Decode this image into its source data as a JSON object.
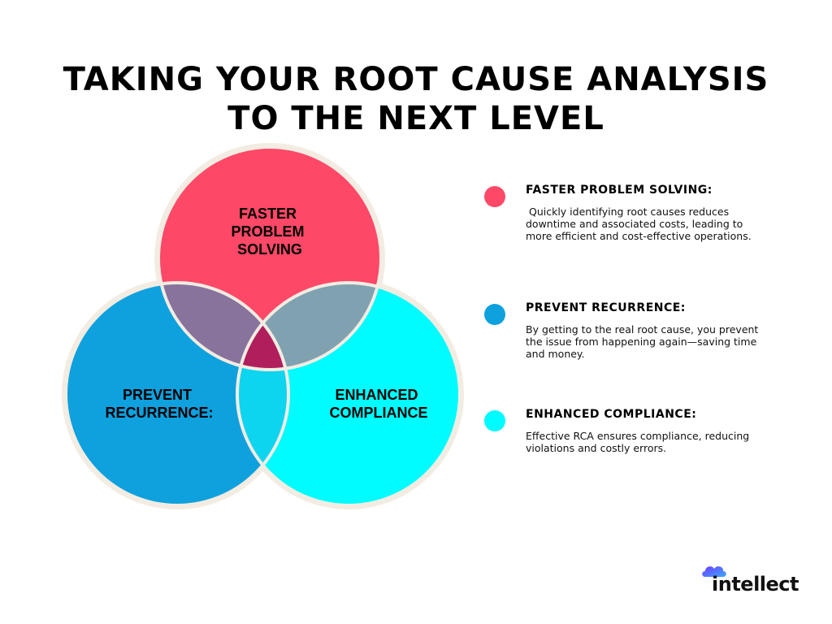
{
  "title": {
    "line1": "TAKING YOUR ROOT CAUSE ANALYSIS",
    "line2": "TO THE NEXT LEVEL"
  },
  "venn": {
    "circles": [
      {
        "id": "faster",
        "color": "#fe4867",
        "label_lines": [
          "FASTER",
          "PROBLEM",
          "SOLVING"
        ]
      },
      {
        "id": "prevent",
        "color": "#0ea1de",
        "label_lines": [
          "PREVENT",
          "RECURRENCE:"
        ]
      },
      {
        "id": "compliance",
        "color": "#00fcfe",
        "label_lines": [
          "ENHANCED",
          "COMPLIANCE"
        ]
      }
    ],
    "overlap_colors": {
      "faster_prevent": "#88739d",
      "faster_compliance": "#80a2b0",
      "prevent_compliance": "#0dd5ef",
      "center": "#b01f5c"
    },
    "ring_color": "#f3ece2"
  },
  "legend": {
    "items": [
      {
        "color": "#fe4867",
        "heading": "FASTER PROBLEM SOLVING:",
        "description": " Quickly identifying root causes reduces downtime and associated costs, leading to more efficient and cost-effective operations."
      },
      {
        "color": "#0ea1de",
        "heading": "PREVENT RECURRENCE:",
        "description": "By getting to the real root cause, you prevent the issue from happening again—saving time and money."
      },
      {
        "color": "#00fcfe",
        "heading": "ENHANCED COMPLIANCE:",
        "description": "Effective RCA ensures compliance, reducing violations and costly errors."
      }
    ]
  },
  "logo": {
    "text": "intellect",
    "colors": [
      "#6c3bff",
      "#3fa9ff"
    ]
  }
}
